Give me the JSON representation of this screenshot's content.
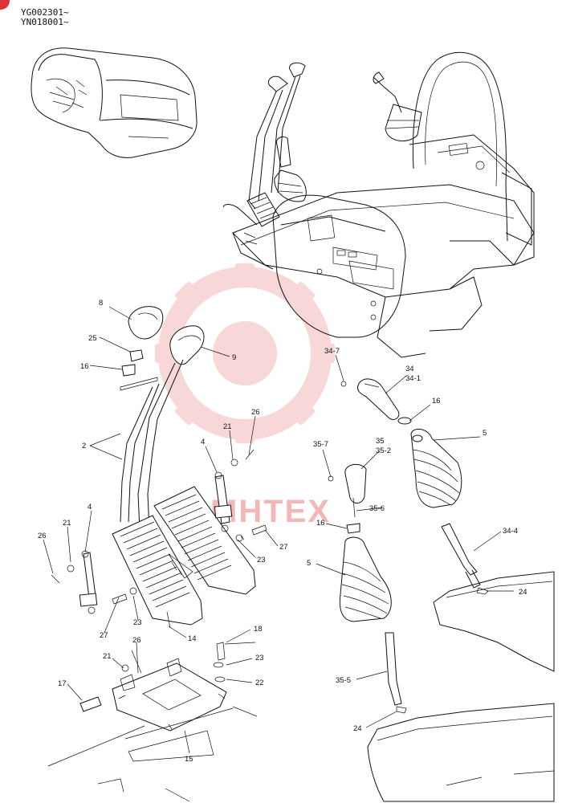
{
  "header": {
    "serial_line_1": "YG002301~",
    "serial_line_2": "YN018001~"
  },
  "watermark": {
    "text": "MHTEX",
    "color": "#f2b8b8"
  },
  "colors": {
    "line": "#111111",
    "badge": "#e0303a"
  },
  "callouts": {
    "c8": "8",
    "c9": "9",
    "c25": "25",
    "c16a": "16",
    "c2": "2",
    "c21a": "21",
    "c26a": "26",
    "c4a": "4",
    "c4b": "4",
    "c21b": "21",
    "c26b": "26",
    "c27a": "27",
    "c23a": "23",
    "c27b": "27",
    "c23b": "23",
    "c14": "14",
    "c26c": "26",
    "c21c": "21",
    "c18": "18",
    "c23c": "23",
    "c22": "22",
    "c17": "17",
    "c15": "15",
    "c34_7": "34-7",
    "c34": "34",
    "c34_1": "34-1",
    "c16b": "16",
    "c5a": "5",
    "c35": "35",
    "c35_2": "35-2",
    "c35_7": "35-7",
    "c35_6": "35-6",
    "c16c": "16",
    "c5b": "5",
    "c34_4": "34-4",
    "c24a": "24",
    "c35_5": "35-5",
    "c24b": "24"
  }
}
